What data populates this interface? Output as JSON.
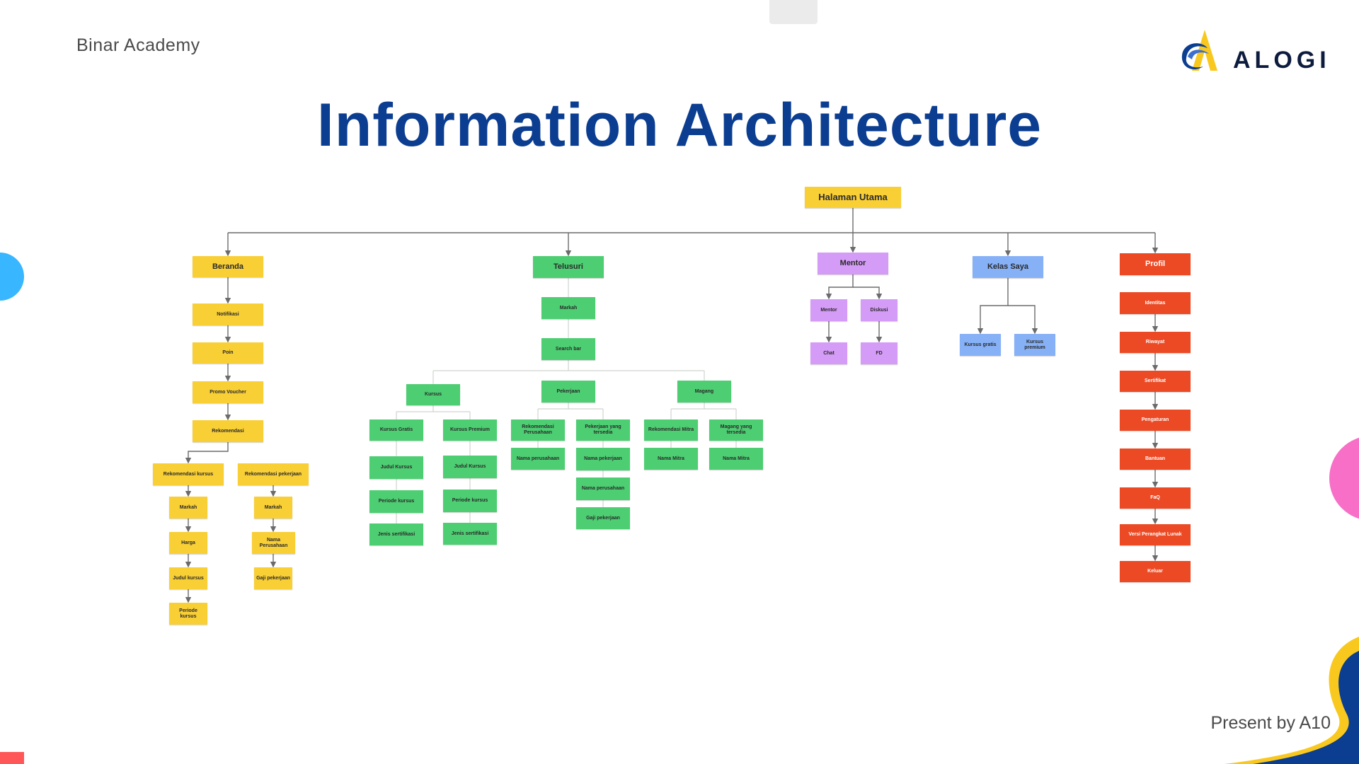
{
  "header": {
    "org": "Binar Academy",
    "title": "Information Architecture",
    "logo_text": "ALOGI"
  },
  "footer": {
    "presenter": "Present by A10"
  },
  "colors": {
    "title": "#0b3d91",
    "yellow": "#f9cf36",
    "green": "#4dce72",
    "purple": "#d49cf6",
    "blue": "#86b1f7",
    "red": "#ec4a25"
  },
  "diagram": {
    "root": "Halaman Utama",
    "beranda": {
      "label": "Beranda",
      "items": [
        "Notifikasi",
        "Poin",
        "Promo Voucher",
        "Rekomendasi"
      ],
      "rek_kursus": {
        "label": "Rekomendasi kursus",
        "items": [
          "Markah",
          "Harga",
          "Judul kursus",
          "Periode kursus"
        ]
      },
      "rek_pekerjaan": {
        "label": "Rekomendasi pekerjaan",
        "items": [
          "Markah",
          "Nama Perusahaan",
          "Gaji pekerjaan"
        ]
      }
    },
    "telusuri": {
      "label": "Telusuri",
      "items": [
        "Markah",
        "Search bar"
      ],
      "kursus": {
        "label": "Kursus",
        "gratis": {
          "label": "Kursus Gratis",
          "items": [
            "Judul Kursus",
            "Periode kursus",
            "Jenis sertifikasi"
          ]
        },
        "premium": {
          "label": "Kursus Premium",
          "items": [
            "Judul Kursus",
            "Periode kursus",
            "Jenis sertifikasi"
          ]
        }
      },
      "pekerjaan": {
        "label": "Pekerjaan",
        "rek": {
          "label": "Rekomendasi Perusahaan",
          "items": [
            "Nama perusahaan"
          ]
        },
        "tersedia": {
          "label": "Pekerjaan yang tersedia",
          "items": [
            "Nama pekerjaan",
            "Nama perusahaan",
            "Gaji pekerjaan"
          ]
        }
      },
      "magang": {
        "label": "Magang",
        "rek": {
          "label": "Rekomendasi Mitra",
          "items": [
            "Nama Mitra"
          ]
        },
        "tersedia": {
          "label": "Magang yang tersedia",
          "items": [
            "Nama Mitra"
          ]
        }
      }
    },
    "mentor": {
      "label": "Mentor",
      "mentor_sub": {
        "label": "Mentor",
        "items": [
          "Chat"
        ]
      },
      "diskusi": {
        "label": "Diskusi",
        "items": [
          "FD"
        ]
      }
    },
    "kelas": {
      "label": "Kelas Saya",
      "items": [
        "Kursus gratis",
        "Kursus premium"
      ]
    },
    "profil": {
      "label": "Profil",
      "items": [
        "Identitas",
        "Riwayat",
        "Sertifikat",
        "Pengaturan",
        "Bantuan",
        "FaQ",
        "Versi Perangkat Lunak",
        "Keluar"
      ]
    }
  }
}
